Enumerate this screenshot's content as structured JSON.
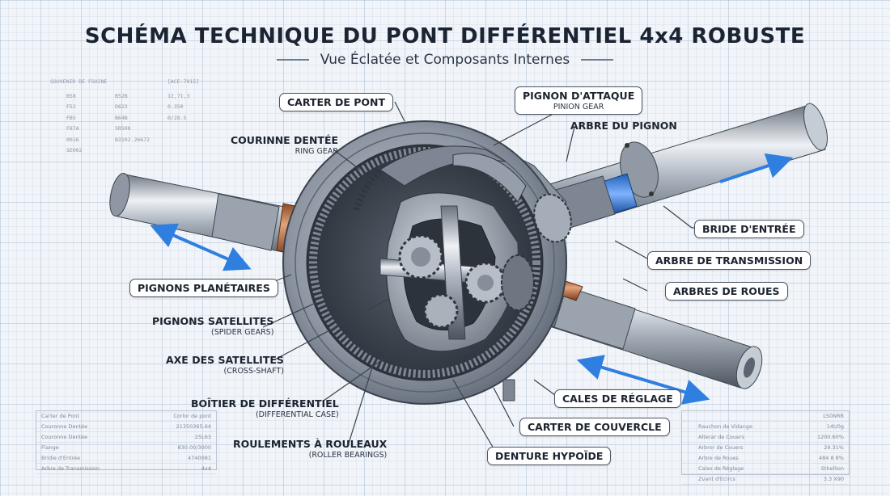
{
  "header": {
    "title": "SCHÉMA TECHNIQUE DU PONT DIFFÉRENTIEL 4x4 ROBUSTE",
    "subtitle": "Vue Éclatée et Composants Internes"
  },
  "labels": {
    "carter_de_pont": "CARTER DE PONT",
    "pignon_attaque": "PIGNON D'ATTAQUE",
    "pignon_attaque_en": "PINION GEAR",
    "arbre_du_pignon": "ARBRE DU PIGNON",
    "couronne": "COURINNE DENTÉE",
    "couronne_en": "RING GEAR",
    "bride_entree": "BRIDE D'ENTRÉE",
    "arbre_transmission": "ARBRE DE TRANSMISSION",
    "arbres_roues": "ARBRES DE ROUES",
    "pignons_planetaires": "PIGNONS PLANÉTAIRES",
    "pignons_satellites": "PIGNONS SATELLITES",
    "pignons_satellites_en": "(SPIDER GEARS)",
    "axe_satellites": "AXE DES SATELLITES",
    "axe_satellites_en": "(CROSS-SHAFT)",
    "boitier": "BOÎTIER DE DIFFÉRENTIEL",
    "boitier_en": "(DIFFERENTIAL CASE)",
    "roulements": "ROULEMENTS À ROULEAUX",
    "roulements_en": "(ROLLER BEARINGS)",
    "cales": "CALES DE RÉGLAGE",
    "carter_couvercle": "CARTER DE COUVERCLE",
    "denture": "DENTURE HYPOÏDE"
  },
  "spec_top_left": {
    "header": [
      "SOUVENIR DE FSOINE",
      "[ACE-7015]"
    ],
    "rows": [
      [
        "B58",
        "B52B",
        "12,71,3"
      ],
      [
        "F52",
        "D623",
        "0.350"
      ],
      [
        "FB5",
        "B64B",
        "0/28.5"
      ],
      [
        "F87A",
        "SR508",
        ""
      ],
      [
        "0016",
        "B3102.26672",
        ""
      ],
      [
        "SE002",
        "",
        ""
      ]
    ]
  },
  "spec_bottom_left": {
    "rows": [
      [
        "Carter de Pont",
        "Corlor de pont"
      ],
      [
        "Couronne Dentée",
        "21350365.64"
      ],
      [
        "Couronne Dentée",
        "25L63"
      ],
      [
        "Flange",
        "830.00/3000"
      ],
      [
        "Bridie d'Entrée",
        "4740081"
      ],
      [
        "Arbre de Transmission",
        "4x4"
      ]
    ]
  },
  "spec_bottom_right": {
    "rows": [
      [
        "",
        "LS0NRR"
      ],
      [
        "Rauchon de Vidange",
        "14t/0g"
      ],
      [
        "Alterar de Couers",
        "1200.60%"
      ],
      [
        "Arbror de Couers",
        "29.31%"
      ],
      [
        "Arbre de Roues",
        "484 8 8%"
      ],
      [
        "Cales de Réglage",
        "Sthellion"
      ],
      [
        "Zvant d'Ecircs",
        "3.3 X90"
      ]
    ]
  }
}
